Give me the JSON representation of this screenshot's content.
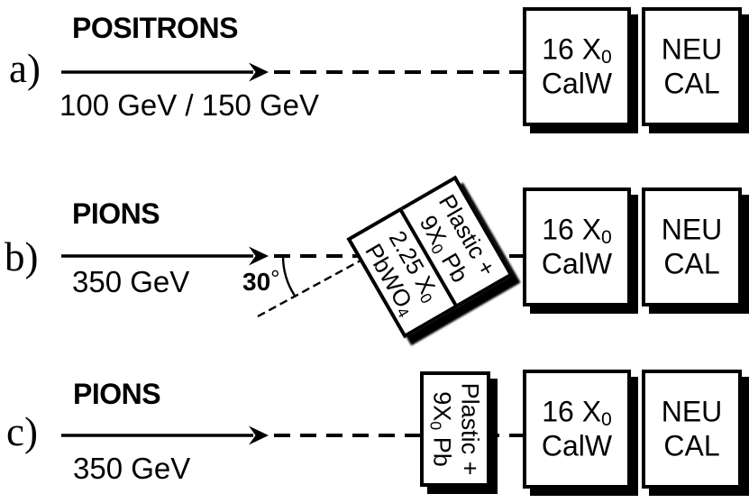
{
  "colors": {
    "ink": "#000000",
    "background": "#ffffff"
  },
  "rows": {
    "a": {
      "label": "a)",
      "beam": "POSITRONS",
      "energy": "100 GeV / 150 GeV"
    },
    "b": {
      "label": "b)",
      "beam": "PIONS",
      "energy": "350 GeV",
      "angle_value": "30",
      "angle_unit": "°"
    },
    "c": {
      "label": "c)",
      "beam": "PIONS",
      "energy": "350 GeV"
    }
  },
  "detectors": {
    "calw": {
      "line1_main": "16 X",
      "line1_sub": "0",
      "line2": "CalW"
    },
    "neucal": {
      "line1": "NEU",
      "line2": "CAL"
    },
    "plastic": {
      "line1": "Plastic +",
      "line2_main": "9X",
      "line2_sub": "0",
      "line2_post": " Pb"
    },
    "pbwo4": {
      "line1_main": "2.25 X",
      "line1_sub": "0",
      "line2_main": "PbWO",
      "line2_sub": "4"
    }
  }
}
